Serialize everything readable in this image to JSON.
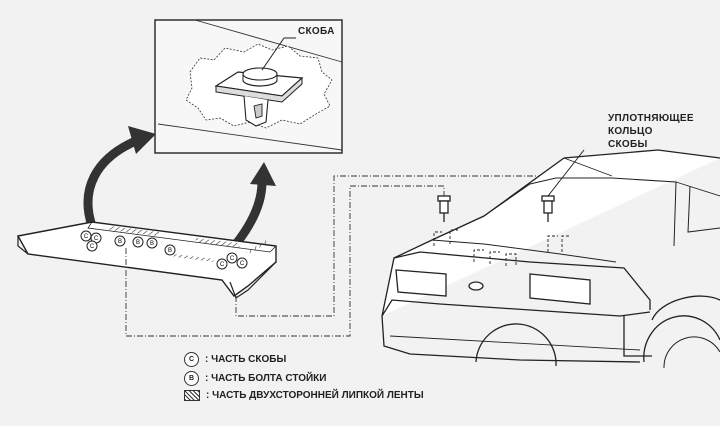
{
  "labels": {
    "clip": "СКОБА",
    "seal_ring": [
      "УПЛОТНЯЮЩЕЕ",
      "КОЛЬЦО",
      "СКОБЫ"
    ]
  },
  "legend": [
    {
      "symbol": "C",
      "text": ": ЧАСТЬ СКОБЫ"
    },
    {
      "symbol": "B",
      "text": ": ЧАСТЬ БОЛТА СТОЙКИ"
    },
    {
      "symbol": "hatch-icon",
      "text": ": ЧАСТЬ ДВУХСТОРОННЕЙ ЛИПКОЙ ЛЕНТЫ"
    }
  ],
  "part_marks": {
    "clip": "C",
    "bolt": "B"
  }
}
